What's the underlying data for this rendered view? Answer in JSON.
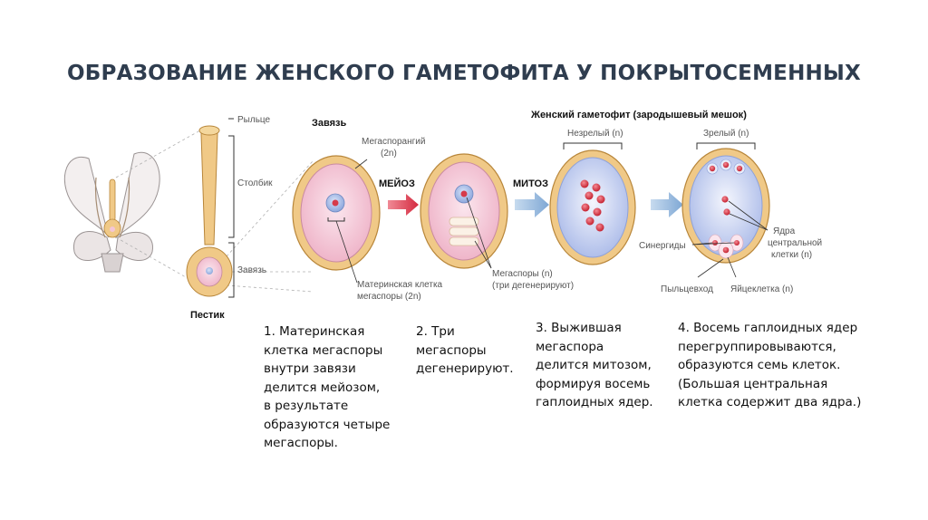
{
  "title": "ОБРАЗОВАНИЕ ЖЕНСКОГО ГАМЕТОФИТА  У ПОКРЫТОСЕМЕННЫХ",
  "pistil_labels": {
    "stigma": "Рыльце",
    "style": "Столбик",
    "ovary": "Завязь",
    "pistil": "Пестик"
  },
  "stage_labels": {
    "ovary_heading": "Завязь",
    "megasporangium": "Мегаспорангий",
    "megasporangium_ploidy": "(2n)",
    "meiosis": "МЕЙОЗ",
    "mitosis": "МИТОЗ",
    "mother_cell_1": "Материнская клетка",
    "mother_cell_2": "мегаспоры (2n)",
    "megaspores_1": "Мегаспоры (n)",
    "megaspores_2": "(три дегенерируют)",
    "gametophyte_heading": "Женский гаметофит (зародышевый мешок)",
    "immature": "Незрелый (n)",
    "mature": "Зрелый (n)",
    "polar_nuclei_1": "Ядра",
    "polar_nuclei_2": "центральной",
    "polar_nuclei_3": "клетки (n)",
    "synergids": "Синергиды",
    "micropyle": "Пыльцевход",
    "egg_cell": "Яйцеклетка (n)"
  },
  "captions": [
    {
      "lines": [
        "1. Материнская",
        "клетка мегаспоры",
        "внутри завязи",
        "делится мейозом,",
        "в результате",
        "образуются четыре",
        "мегаспоры."
      ]
    },
    {
      "lines": [
        "2. Три",
        "мегаспоры",
        "дегенерируют."
      ]
    },
    {
      "lines": [
        "3. Выжившая",
        "мегаспора",
        "делится митозом,",
        "формируя восемь",
        "гаплоидных ядер."
      ]
    },
    {
      "lines": [
        "4. Восемь гаплоидных ядер",
        "перегруппировываются,",
        "образуются семь клеток.",
        "(Большая центральная",
        "клетка содержит два ядра.)"
      ]
    }
  ],
  "colors": {
    "title": "#2f3d4f",
    "integument": "#f0c987",
    "integument_edge": "#b8863a",
    "nucellus_pink": "#f4c6d6",
    "sac_blue": "#c9d4f1",
    "nucleus_red": "#d63b4a",
    "arrow_blue": "#8fb3d9",
    "arrow_red": "#d9364a"
  }
}
